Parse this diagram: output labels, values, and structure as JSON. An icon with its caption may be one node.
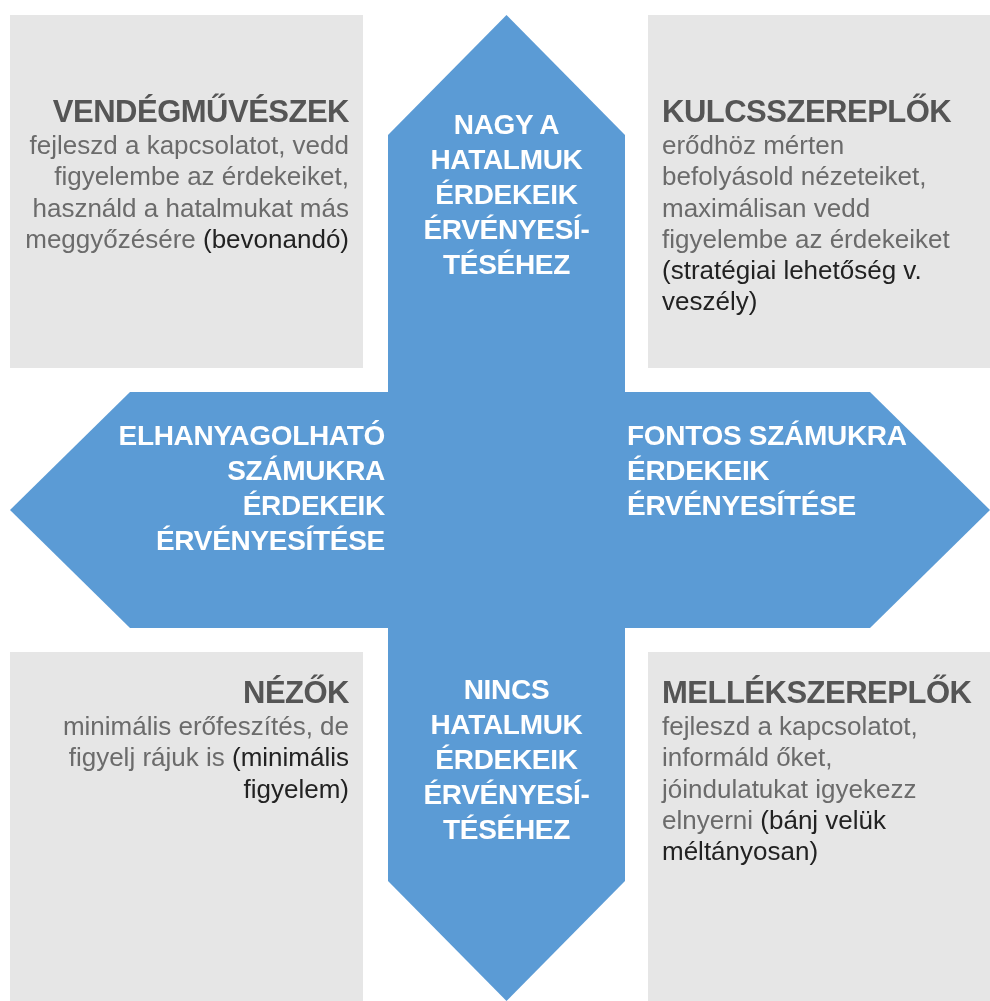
{
  "diagram": {
    "nodes": [
      {
        "text": [
          "VENDÉGMŰVÉSZEK",
          "fejleszd a kapcsolatot, vedd figyelembe az érdekeiket, használd a hatalmukat más meggyőzésére",
          "(bevonandó)"
        ]
      },
      {
        "text": [
          "NAGY A HATALMUK ÉRDEKEIK ÉRVÉNYESÍ- TÉSÉHEZ"
        ]
      },
      {
        "text": [
          "KULCSSZEREPLŐK",
          "erődhöz mérten befolyásold nézeteiket, maximálisan vedd figyelembe az érdekeiket",
          "(stratégiai lehetőség v. veszély)"
        ]
      },
      {
        "text": [
          "ELHANYAGOLHATÓ SZÁMUKRA ÉRDEKEIK ÉRVÉNYESÍTÉSE"
        ]
      },
      {
        "text": [
          "FONTOS SZÁMUKRA ÉRDEKEIK ÉRVÉNYESÍTÉSE"
        ]
      },
      {
        "text": [
          "NÉZŐK",
          "minimális erőfeszítés, de figyelj rájuk is",
          "(minimális figyelem)"
        ]
      },
      {
        "text": [
          "NINCS HATALMUK ÉRDEKEIK ÉRVÉNYESÍ- TÉSÉHEZ"
        ]
      },
      {
        "text": [
          "MELLÉKSZEREPLŐK",
          "fejleszd a kapcsolatot, informáld őket, jóindulatukat igyekezz elnyerni",
          "(bánj velük méltányosan)"
        ]
      }
    ]
  }
}
